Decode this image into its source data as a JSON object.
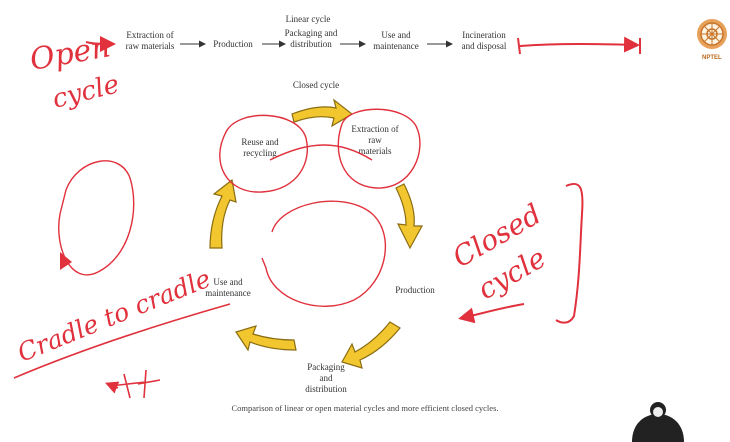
{
  "linear": {
    "items": [
      {
        "line1": "Extraction of",
        "line2": "raw materials"
      },
      {
        "line1": "Production",
        "line2": ""
      },
      {
        "line1": "Packaging and",
        "line2": "distribution"
      },
      {
        "line1": "Use and",
        "line2": "maintenance"
      },
      {
        "line1": "Incineration",
        "line2": "and disposal"
      }
    ],
    "title": "Linear cycle"
  },
  "closed": {
    "title": "Closed cycle",
    "reuse": {
      "line1": "Reuse and",
      "line2": "recycling"
    },
    "extraction": {
      "line1": "Extraction of",
      "line2": "raw",
      "line3": "materials"
    },
    "production": "Production",
    "packaging": {
      "line1": "Packaging",
      "line2": "and",
      "line3": "distribution"
    },
    "use": {
      "line1": "Use and",
      "line2": "maintenance"
    }
  },
  "annotations": {
    "open_line1": "Open",
    "open_line2": "cycle",
    "closed_line1": "Closed",
    "closed_line2": "cycle",
    "cradle": "Cradle to cradle"
  },
  "logo": {
    "label": "NPTEL"
  },
  "caption": "Comparison of linear or open material cycles and more efficient closed cycles.",
  "colors": {
    "ink": "#e0313c",
    "arrow_fill": "#f2c62f",
    "arrow_stroke": "#8a6d12",
    "logo": "#c7752a"
  }
}
